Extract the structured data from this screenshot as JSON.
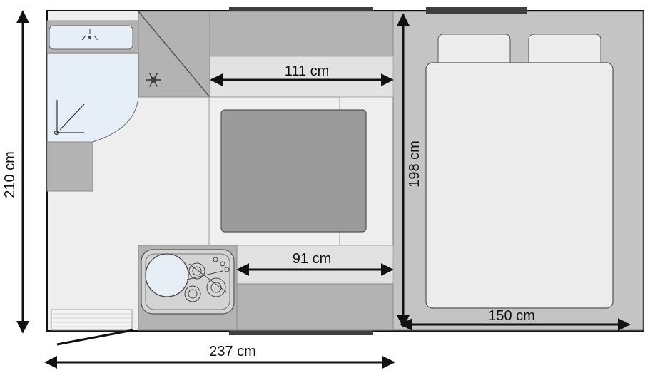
{
  "dimensions": {
    "total_height": "210 cm",
    "total_length": "237 cm",
    "seating_width": "111 cm",
    "kitchen_gap": "91 cm",
    "bed_length": "198 cm",
    "bed_width": "150 cm"
  },
  "icons": {
    "freezer": "snowflake-icon",
    "light": "light-icon",
    "shower": "shower-icon",
    "sink": "sink-icon",
    "stove": "stove-burner-icon"
  },
  "colors": {
    "outline": "#111111",
    "floor": "#eeeeee",
    "cabinet": "#b3b3b3",
    "table": "#9b9b9b",
    "bed_frame": "#c4c4c4",
    "mattress": "#ececec",
    "shower": "#e6eef8",
    "window": "#3f3f3f"
  }
}
